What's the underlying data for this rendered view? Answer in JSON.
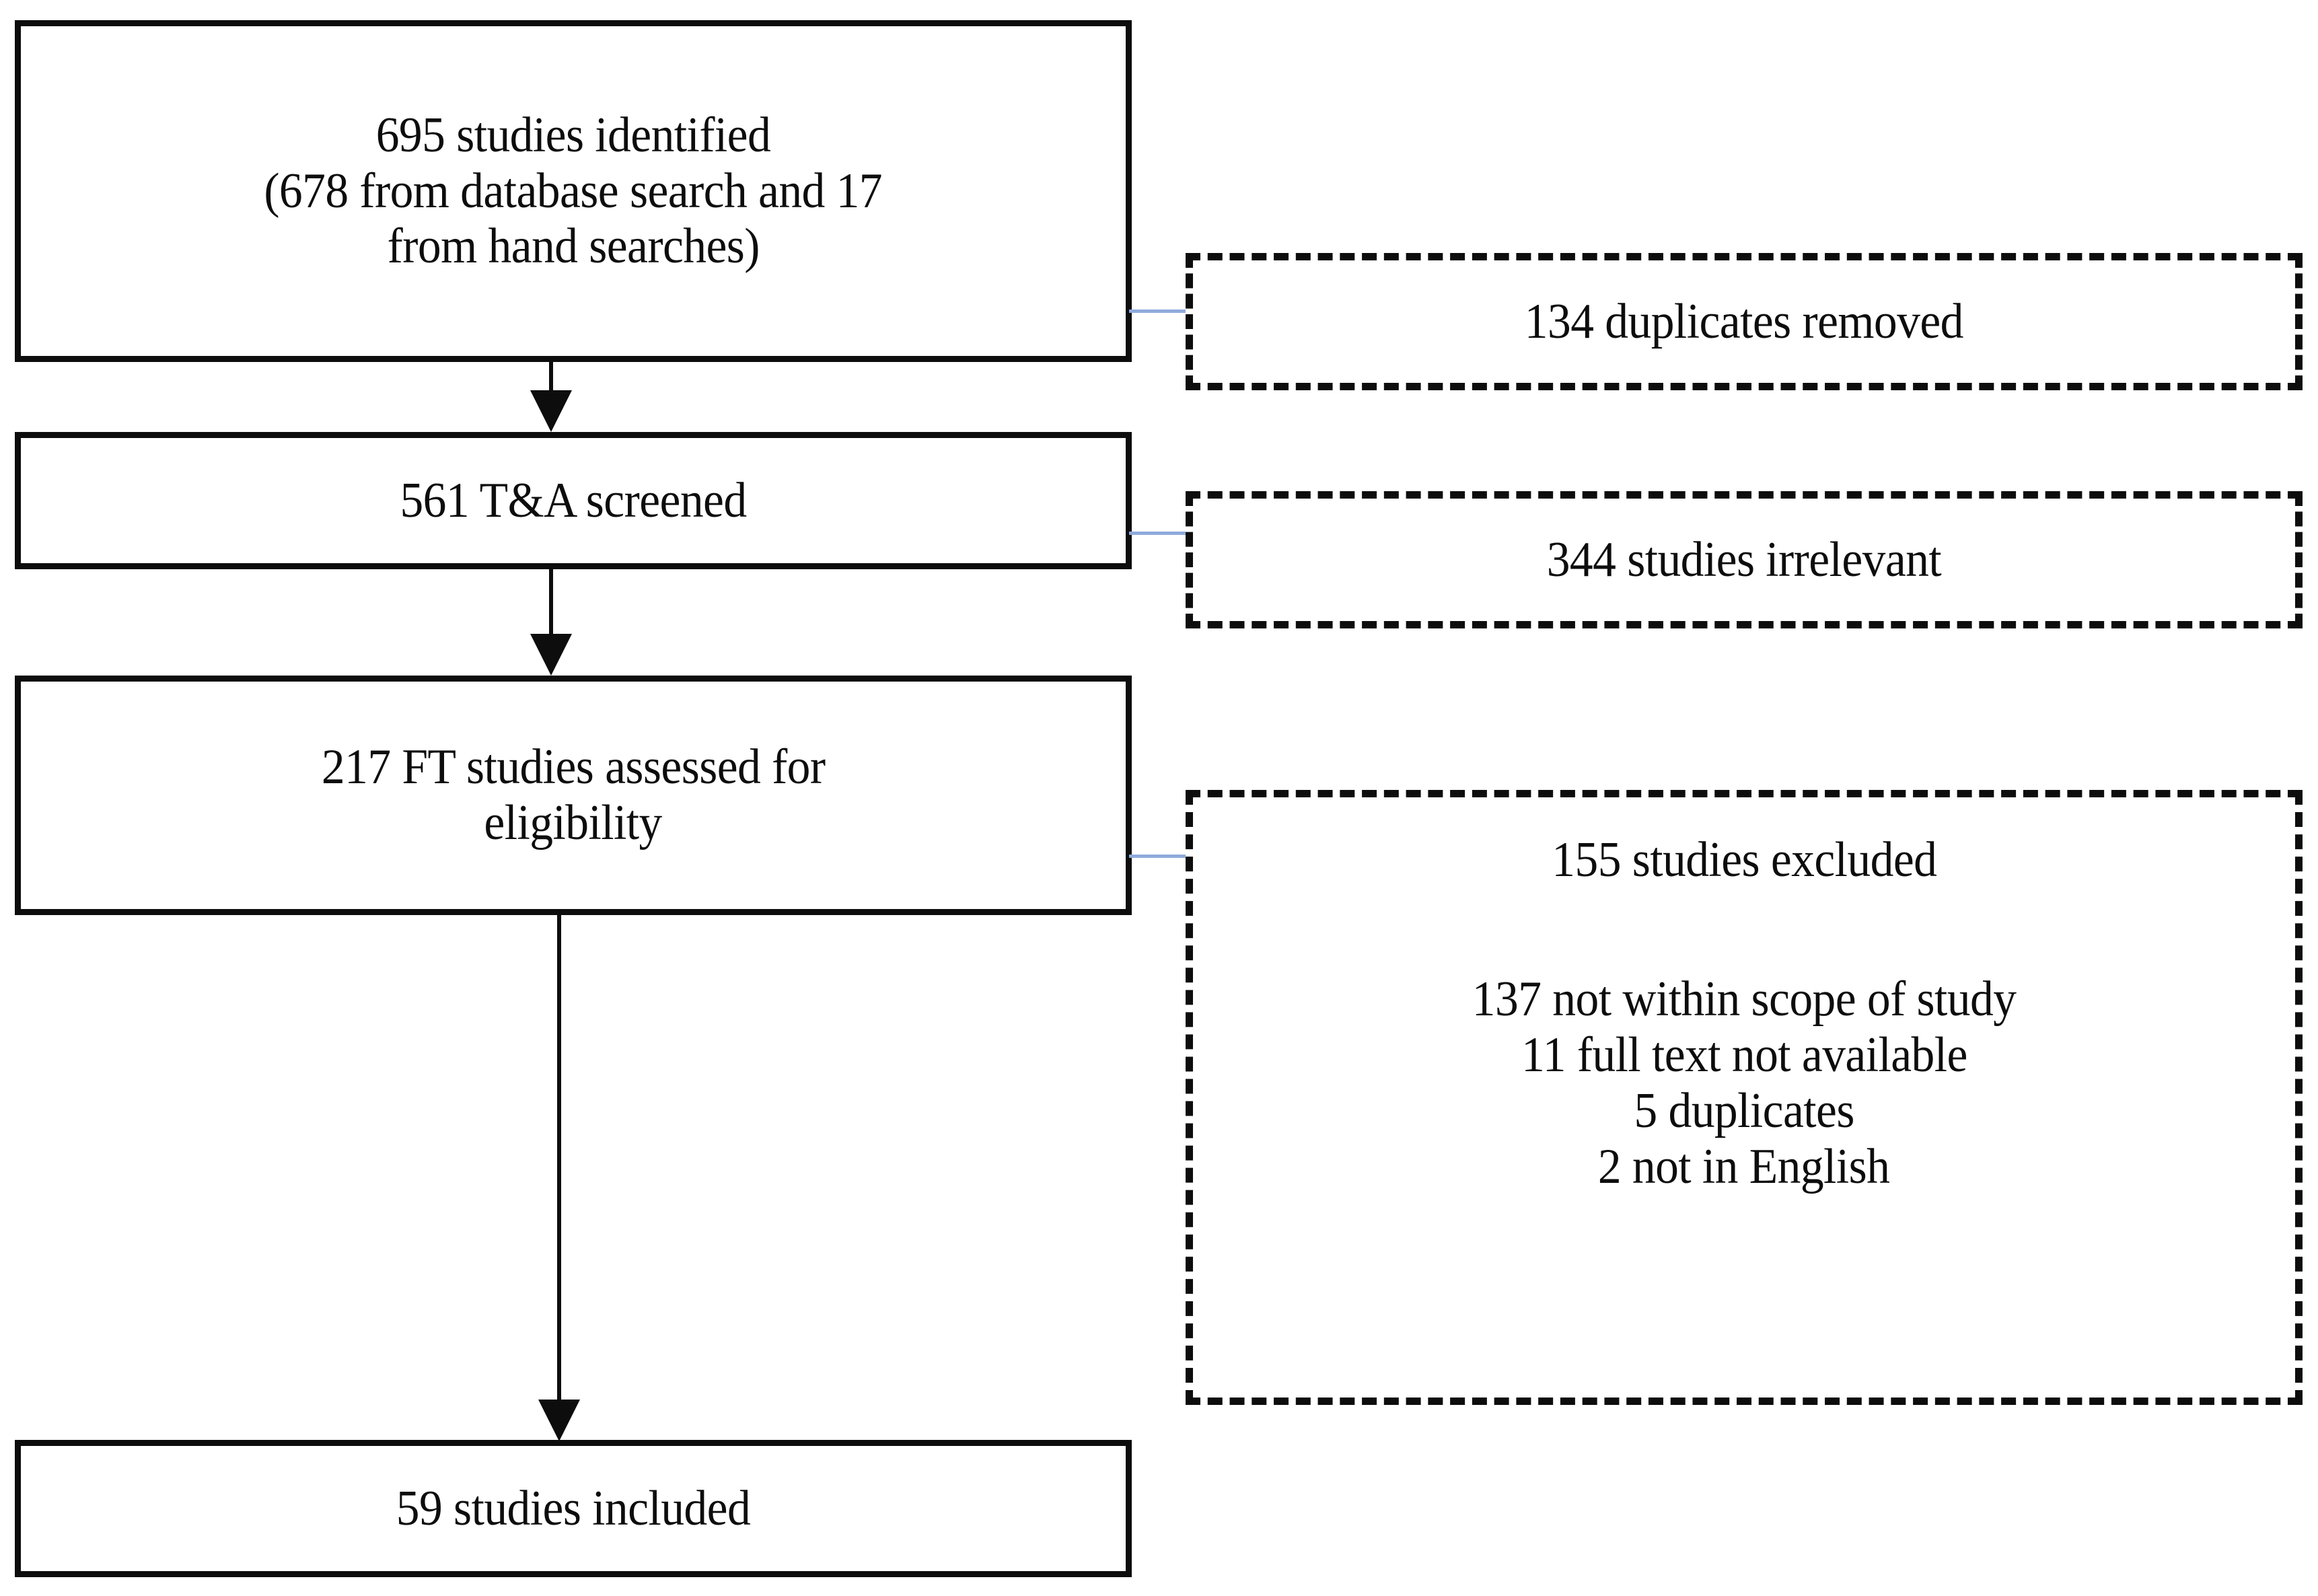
{
  "diagram": {
    "type": "prisma-flow-diagram",
    "title": "Study selection flow",
    "colors": {
      "box_border": "#0d0d0d",
      "box_fill": "#ffffff",
      "connector_line": "#8faadc",
      "arrow": "#0d0d0d",
      "text": "#0d0d0d",
      "background": "#ffffff"
    },
    "flow_boxes": [
      {
        "id": "identified",
        "style": "solid",
        "count": 695,
        "lines": [
          "695 studies identified",
          "(678 from database search and 17",
          "from hand searches)"
        ]
      },
      {
        "id": "screened",
        "style": "solid",
        "count": 561,
        "lines": [
          "561 T&A screened"
        ]
      },
      {
        "id": "eligibility",
        "style": "solid",
        "count": 217,
        "lines": [
          "217 FT studies assessed for",
          "eligibility"
        ]
      },
      {
        "id": "included",
        "style": "solid",
        "count": 59,
        "lines": [
          "59 studies included"
        ]
      }
    ],
    "exclusion_boxes": [
      {
        "id": "duplicates-removed",
        "style": "dashed",
        "count": 134,
        "lines": [
          "134 duplicates removed"
        ]
      },
      {
        "id": "studies-irrelevant",
        "style": "dashed",
        "count": 344,
        "lines": [
          "344 studies irrelevant"
        ]
      },
      {
        "id": "studies-excluded",
        "style": "dashed",
        "count": 155,
        "lines": [
          "155 studies excluded",
          "",
          "137 not within scope of study",
          "11 full text not available",
          "5 duplicates",
          "2 not in English"
        ]
      }
    ]
  },
  "text": {
    "box1_line1": "695 studies identified",
    "box1_line2": "(678 from database search and 17",
    "box1_line3": "from hand searches)",
    "box2_line1": "561 T&A screened",
    "box3_line1": "217 FT studies assessed for",
    "box3_line2": "eligibility",
    "box4_line1": "59 studies included",
    "excl1_line1": "134 duplicates removed",
    "excl2_line1": "344 studies irrelevant",
    "excl3_line1": "155 studies excluded",
    "excl3_line2": "137 not within scope of study",
    "excl3_line3": "11 full text not available",
    "excl3_line4": "5 duplicates",
    "excl3_line5": "2 not in English"
  }
}
